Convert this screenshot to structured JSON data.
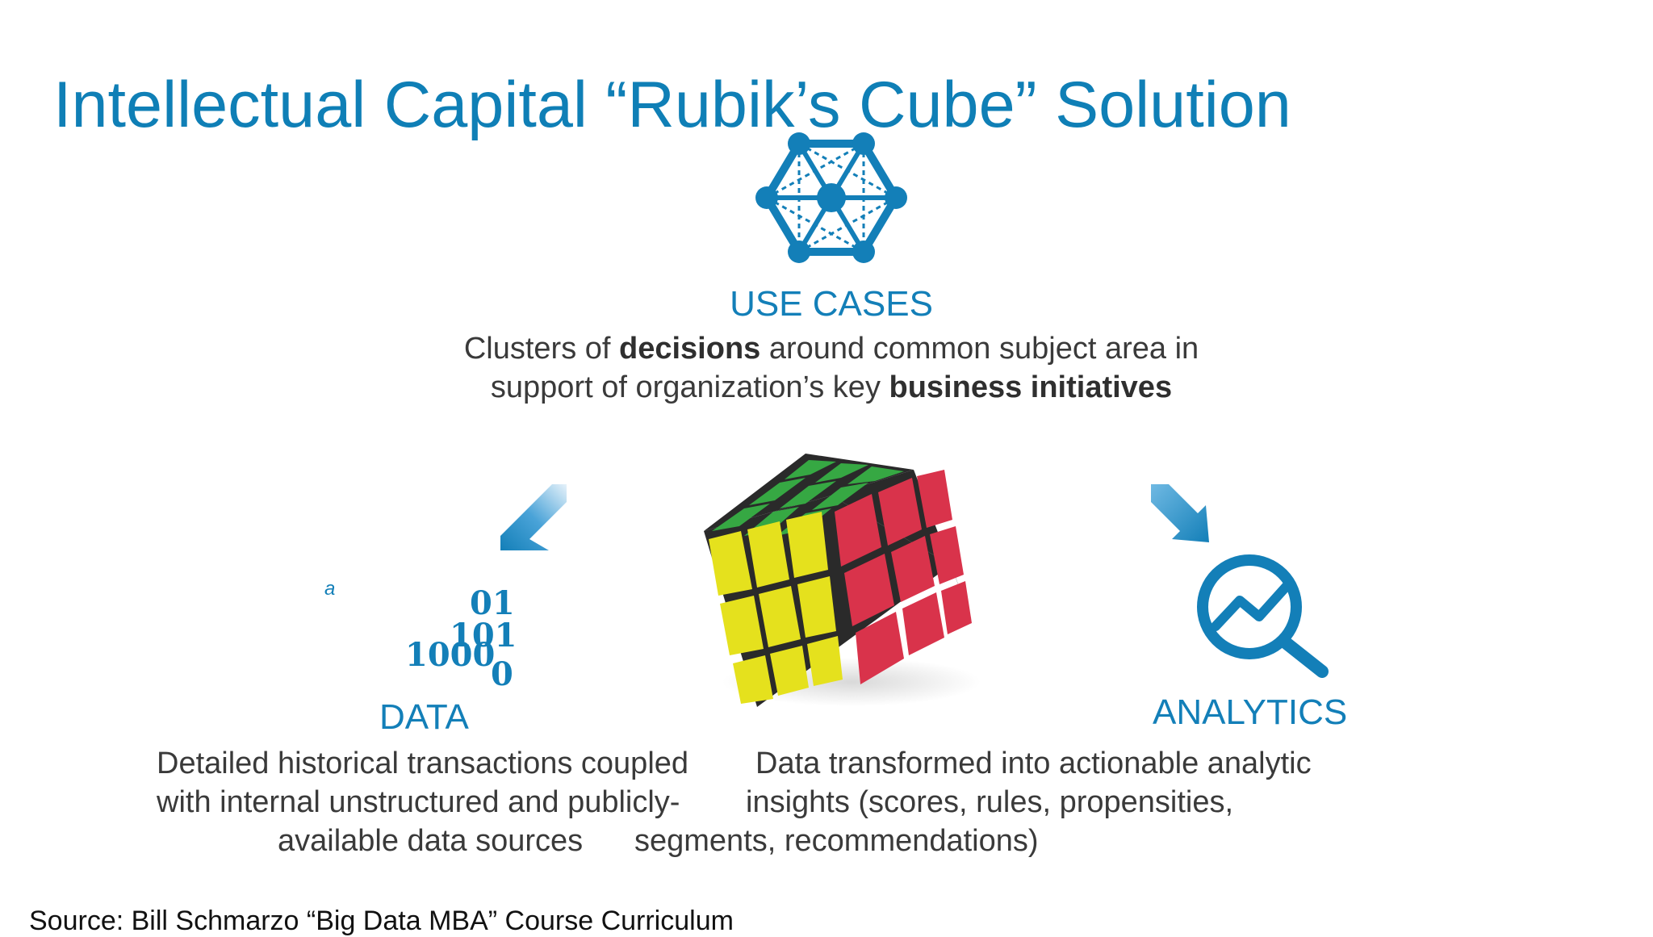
{
  "slide": {
    "title": "Intellectual Capital “Rubik’s Cube” Solution",
    "accent_color": "#137fb8",
    "use_cases": {
      "icon": "network-hexagon-icon",
      "heading": "USE CASES",
      "line1_a": "Clusters of ",
      "line1_bold": "decisions",
      "line1_b": " around common subject area in",
      "line2_a": "support of organization’s key ",
      "line2_bold": "business initiatives"
    },
    "data": {
      "icon": "binary-digits-icon",
      "mark": "a",
      "binary": [
        "01",
        "101",
        "1000",
        "0"
      ],
      "heading": "DATA",
      "lines": [
        "Detailed historical transactions coupled",
        "with internal unstructured and publicly-",
        "available data sources"
      ]
    },
    "analytics": {
      "icon": "magnifier-chart-icon",
      "heading": "ANALYTICS",
      "lines": [
        "Data transformed into actionable analytic",
        "insights (scores, rules, propensities,",
        "segments, recommendations)"
      ]
    },
    "cube_icon": "rubiks-cube-icon",
    "source": "Source: Bill Schmarzo “Big Data MBA” Course Curriculum"
  }
}
